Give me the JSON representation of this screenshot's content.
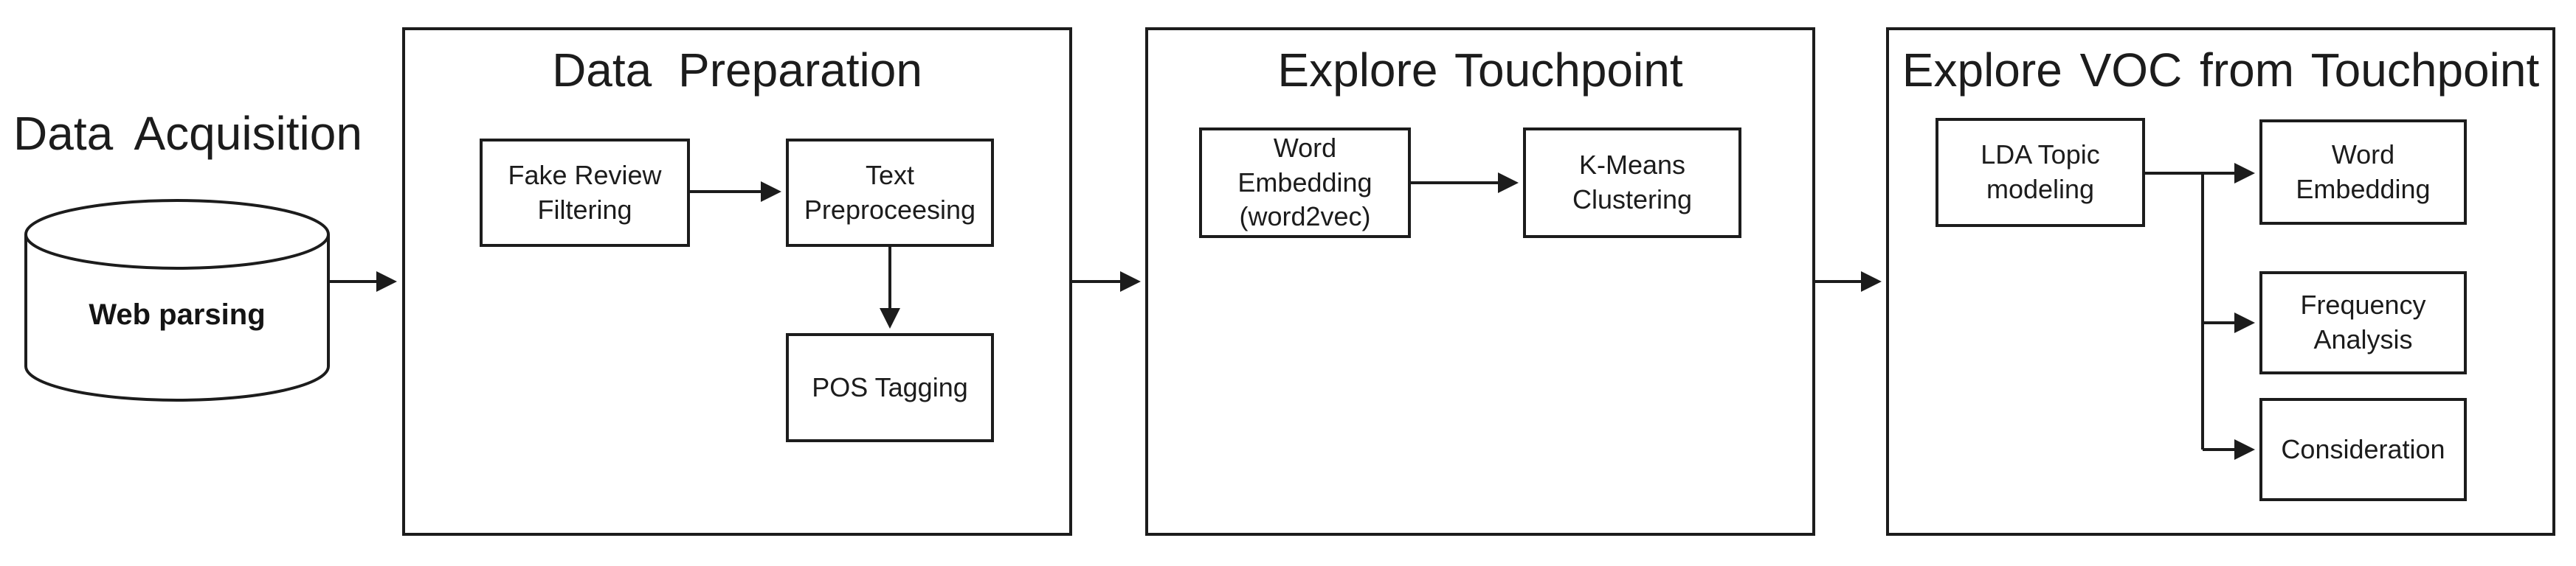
{
  "figure": {
    "background_color": "#ffffff",
    "stroke_color": "#1c1c1c",
    "text_color": "#1c1c1c"
  },
  "acquisition": {
    "label": "Data Acquisition",
    "database_label": "Web parsing",
    "database_icon": "database-cylinder-icon"
  },
  "preparation": {
    "title": "Data Preparation",
    "fake_review_filtering": "Fake Review Filtering",
    "text_preprocessing": "Text Preproceesing",
    "pos_tagging": "POS Tagging"
  },
  "touchpoint": {
    "title": "Explore Touchpoint",
    "word_embedding": "Word Embedding (word2vec)",
    "kmeans_clustering": "K-Means Clustering"
  },
  "voc": {
    "title": "Explore VOC from Touchpoint",
    "lda_topic_modeling": "LDA Topic modeling",
    "word_embedding": "Word Embedding",
    "frequency_analysis": "Frequency Analysis",
    "consideration": "Consideration"
  }
}
